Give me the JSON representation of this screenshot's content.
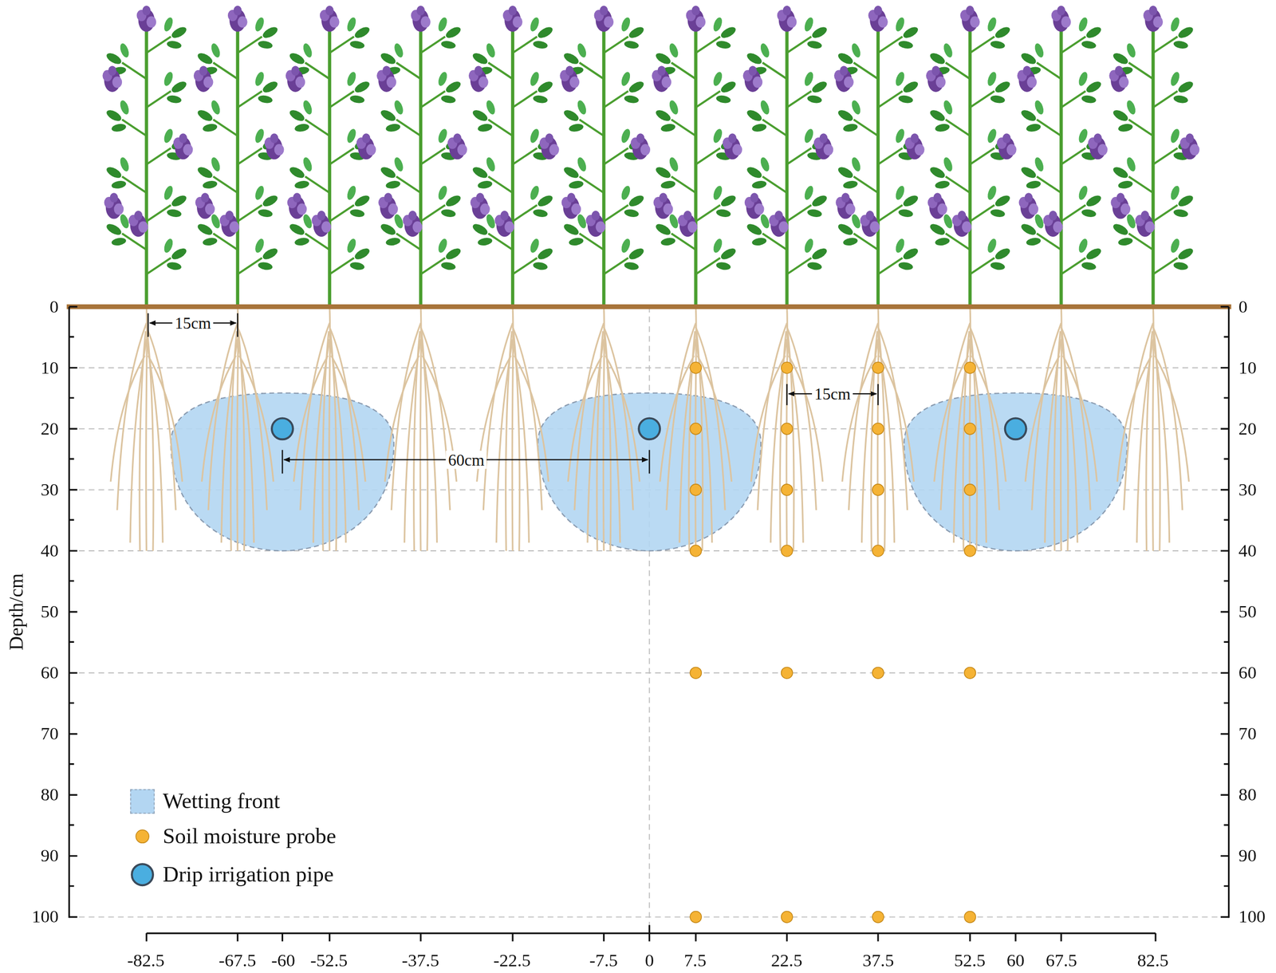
{
  "diagram": {
    "labels": [
      "0",
      "10",
      "20",
      "30",
      "40",
      "50",
      "60",
      "70",
      "80",
      "90",
      "100",
      "0",
      "10",
      "20",
      "30",
      "40",
      "50",
      "60",
      "70",
      "80",
      "90",
      "100",
      "Depth/cm",
      "-82.5",
      "-67.5",
      "-60",
      "-52.5",
      "-37.5",
      "-22.5",
      "-7.5",
      "0",
      "7.5",
      "22.5",
      "37.5",
      "52.5",
      "60",
      "67.5",
      "82.5",
      "15cm",
      "15cm",
      "60cm"
    ],
    "legend": [
      {
        "text": "Wetting front",
        "color": "#b3d6f2"
      },
      {
        "text": "Soil moisture probe"
      },
      {
        "text": "Drip irrigation pipe"
      }
    ]
  }
}
